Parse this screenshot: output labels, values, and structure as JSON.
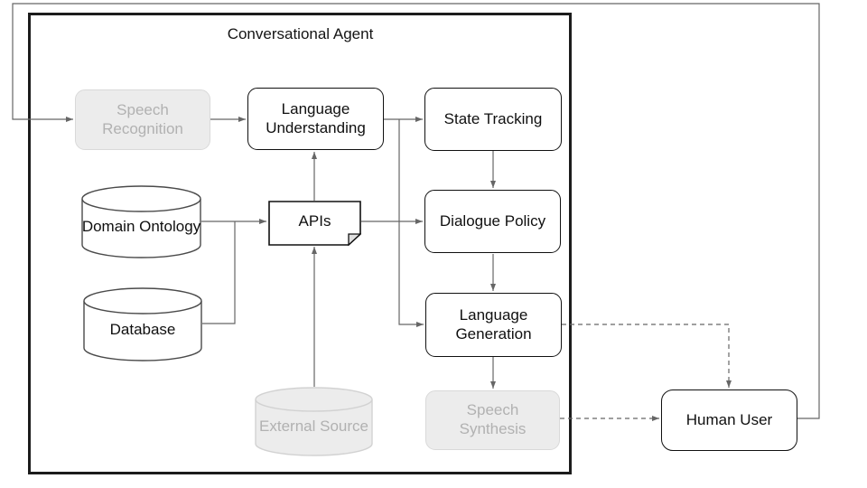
{
  "diagram": {
    "title": "Conversational Agent",
    "nodes": {
      "speech_recognition": {
        "label": "Speech Recognition",
        "shape": "rounded-rect",
        "grayed": true
      },
      "language_understanding": {
        "label": "Language Understanding",
        "shape": "rounded-rect",
        "grayed": false
      },
      "state_tracking": {
        "label": "State Tracking",
        "shape": "rounded-rect",
        "grayed": false
      },
      "domain_ontology": {
        "label": "Domain Ontology",
        "shape": "cylinder",
        "grayed": false
      },
      "apis": {
        "label": "APIs",
        "shape": "document",
        "grayed": false
      },
      "dialogue_policy": {
        "label": "Dialogue Policy",
        "shape": "rounded-rect",
        "grayed": false
      },
      "database": {
        "label": "Database",
        "shape": "cylinder",
        "grayed": false
      },
      "language_generation": {
        "label": "Language Generation",
        "shape": "rounded-rect",
        "grayed": false
      },
      "external_source": {
        "label": "External Source",
        "shape": "cylinder",
        "grayed": true
      },
      "speech_synthesis": {
        "label": "Speech Synthesis",
        "shape": "rounded-rect",
        "grayed": true
      },
      "human_user": {
        "label": "Human User",
        "shape": "rounded-rect",
        "grayed": false
      }
    },
    "edges": [
      {
        "from": "human_user",
        "to": "speech_recognition",
        "style": "solid"
      },
      {
        "from": "speech_recognition",
        "to": "language_understanding",
        "style": "solid"
      },
      {
        "from": "language_understanding",
        "to": "state_tracking",
        "style": "solid"
      },
      {
        "from": "language_understanding",
        "to": "language_generation",
        "style": "solid"
      },
      {
        "from": "state_tracking",
        "to": "dialogue_policy",
        "style": "solid"
      },
      {
        "from": "dialogue_policy",
        "to": "language_generation",
        "style": "solid"
      },
      {
        "from": "language_generation",
        "to": "speech_synthesis",
        "style": "solid"
      },
      {
        "from": "domain_ontology",
        "to": "apis",
        "style": "solid"
      },
      {
        "from": "database",
        "to": "apis",
        "style": "solid"
      },
      {
        "from": "external_source",
        "to": "apis",
        "style": "solid"
      },
      {
        "from": "apis",
        "to": "language_understanding",
        "style": "solid"
      },
      {
        "from": "apis",
        "to": "dialogue_policy",
        "style": "solid"
      },
      {
        "from": "language_generation",
        "to": "human_user",
        "style": "dashed"
      },
      {
        "from": "speech_synthesis",
        "to": "human_user",
        "style": "dashed"
      }
    ],
    "colors": {
      "node_border": "#101010",
      "node_fill": "#ffffff",
      "grayed_fill": "#ececec",
      "grayed_border": "#d9d9d9",
      "grayed_text": "#b1b1b1",
      "connector": "#666666",
      "outer_border": "#1c1c1c"
    }
  }
}
